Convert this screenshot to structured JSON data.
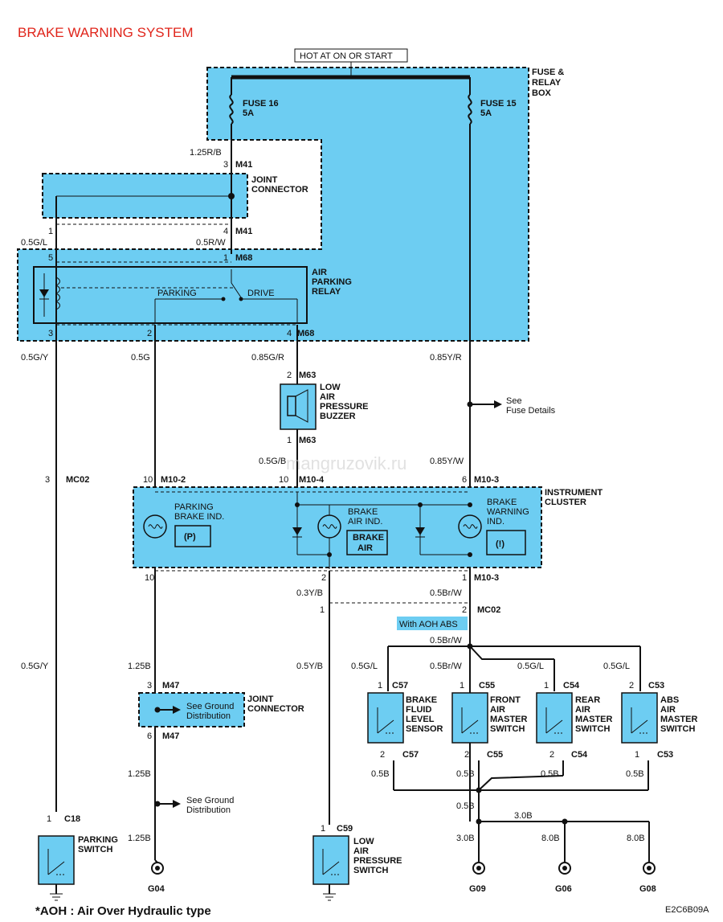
{
  "title": "BRAKE WARNING SYSTEM",
  "hot_label": "HOT AT ON OR START",
  "fuse_box_label": [
    "FUSE &",
    "RELAY",
    "BOX"
  ],
  "fuses": [
    {
      "name": "FUSE 16",
      "rating": "5A"
    },
    {
      "name": "FUSE 15",
      "rating": "5A"
    }
  ],
  "joint_connector_label": [
    "JOINT",
    "CONNECTOR"
  ],
  "relay_label": [
    "AIR",
    "PARKING",
    "RELAY"
  ],
  "relay_positions": [
    "PARKING",
    "DRIVE"
  ],
  "buzzer_label": [
    "LOW",
    "AIR",
    "PRESSURE",
    "BUZZER"
  ],
  "cluster_label": [
    "INSTRUMENT",
    "CLUSTER"
  ],
  "cluster_indicators": {
    "parking": [
      "PARKING",
      "BRAKE IND."
    ],
    "brake_air": [
      "BRAKE",
      "AIR IND."
    ],
    "brake_warning": [
      "BRAKE",
      "WARNING",
      "IND."
    ],
    "brake_air_symbol": [
      "BRAKE",
      "AIR"
    ],
    "parking_symbol": "(P)",
    "warning_symbol": "(!)"
  },
  "fuse_details": [
    "See",
    "Fuse Details"
  ],
  "aoh_badge": "With AOH ABS",
  "ground_distribution": [
    "See Ground",
    "Distribution"
  ],
  "switches": [
    {
      "label": [
        "BRAKE",
        "FLUID",
        "LEVEL",
        "SENSOR"
      ],
      "conn": "C57",
      "pin_top": "1",
      "pin_bot": "2"
    },
    {
      "label": [
        "FRONT",
        "AIR",
        "MASTER",
        "SWITCH"
      ],
      "conn": "C55",
      "pin_top": "1",
      "pin_bot": "2"
    },
    {
      "label": [
        "REAR",
        "AIR",
        "MASTER",
        "SWITCH"
      ],
      "conn": "C54",
      "pin_top": "1",
      "pin_bot": "2"
    },
    {
      "label": [
        "ABS",
        "AIR",
        "MASTER",
        "SWITCH"
      ],
      "conn": "C53",
      "pin_top": "2",
      "pin_bot": "1"
    }
  ],
  "parking_switch_label": [
    "PARKING",
    "SWITCH"
  ],
  "low_air_switch_label": [
    "LOW",
    "AIR",
    "PRESSURE",
    "SWITCH"
  ],
  "wires": {
    "w_125rb": "1.25R/B",
    "w_05gl": "0.5G/L",
    "w_05rw": "0.5R/W",
    "w_05gy": "0.5G/Y",
    "w_05g": "0.5G",
    "w_085gr": "0.85G/R",
    "w_085yr": "0.85Y/R",
    "w_05gb": "0.5G/B",
    "w_085yw": "0.85Y/W",
    "w_03yb": "0.3Y/B",
    "w_05brw": "0.5Br/W",
    "w_05brw2": "0.5Br/W",
    "w_05gy2": "0.5G/Y",
    "w_125b": "1.25B",
    "w_05yb": "0.5Y/B",
    "w_05gl_a": "0.5G/L",
    "w_05brw_b": "0.5Br/W",
    "w_05gl_c": "0.5G/L",
    "w_05gl_d": "0.5G/L",
    "w_125b2": "1.25B",
    "w_125b3": "1.25B",
    "w_05b1": "0.5B",
    "w_05b2": "0.5B",
    "w_05b3": "0.5B",
    "w_05b4": "0.5B",
    "w_05b5": "0.5B",
    "w_30b1": "3.0B",
    "w_30b2": "3.0B",
    "w_80b1": "8.0B",
    "w_80b2": "8.0B"
  },
  "connectors": {
    "m41": "M41",
    "m68": "M68",
    "m63": "M63",
    "mc02": "MC02",
    "m10_2": "M10-2",
    "m10_4": "M10-4",
    "m10_3": "M10-3",
    "m47": "M47",
    "c18": "C18",
    "c59": "C59"
  },
  "grounds": [
    "G04",
    "G09",
    "G06",
    "G08"
  ],
  "footnote": "*AOH : Air Over Hydraulic type",
  "figure_code": "E2C6B09A",
  "watermark": "mangruzovik.ru"
}
